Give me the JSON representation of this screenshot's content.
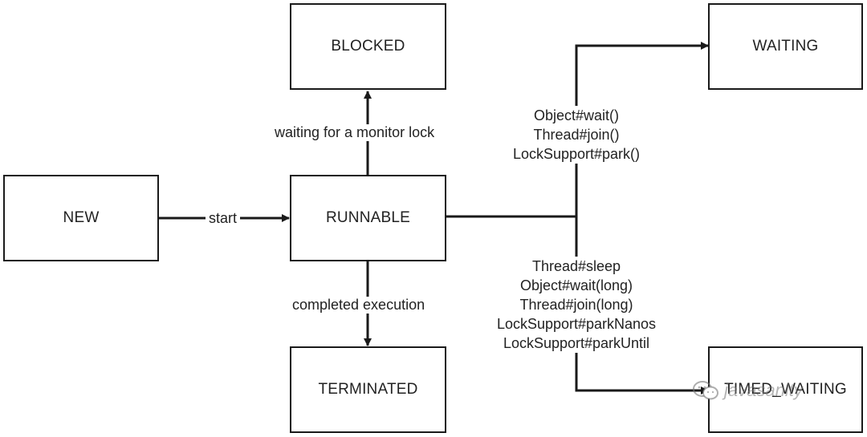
{
  "states": {
    "new": "NEW",
    "runnable": "RUNNABLE",
    "blocked": "BLOCKED",
    "terminated": "TERMINATED",
    "waiting": "WAITING",
    "timed_waiting": "TIMED_WAITING"
  },
  "transitions": {
    "start": "start",
    "monitor": "waiting for a monitor lock",
    "completed": "completed execution",
    "to_waiting": [
      "Object#wait()",
      "Thread#join()",
      "LockSupport#park()"
    ],
    "to_timed_waiting": [
      "Thread#sleep",
      "Object#wait(long)",
      "Thread#join(long)",
      "LockSupport#parkNanos",
      "LockSupport#parkUntil"
    ]
  },
  "watermark": {
    "text": "javasanity",
    "icon": "wechat-icon"
  },
  "colors": {
    "line": "#1a1a1a",
    "text": "#222222",
    "watermark": "#8a8a8a"
  }
}
